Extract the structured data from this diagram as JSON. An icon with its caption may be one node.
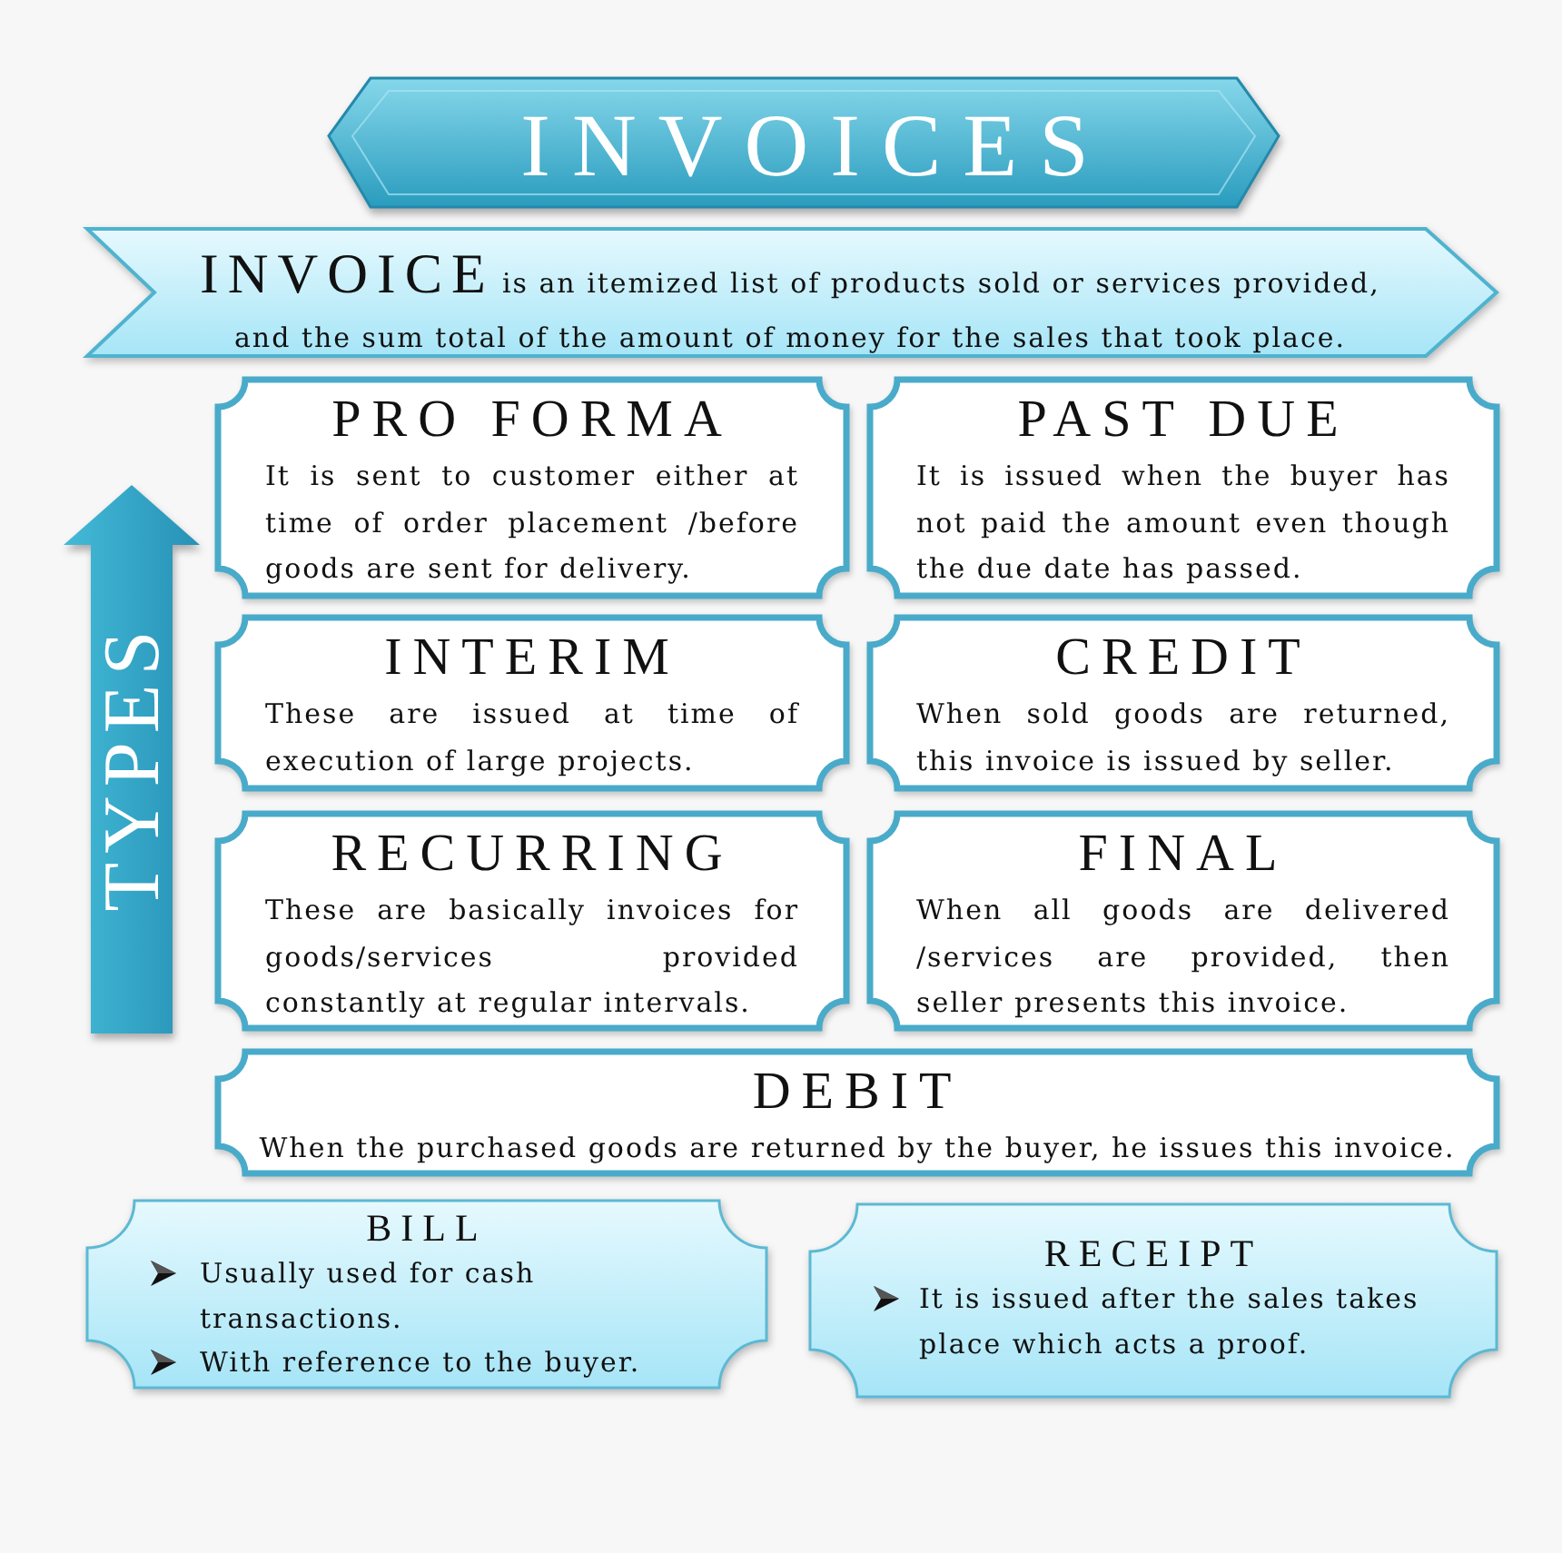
{
  "diagram": {
    "title": "INVOICES",
    "nodes": [
      {
        "text": [
          "INVOICE",
          "is an itemized list of products sold or services provided, and the sum total of the amount of money for the sales that took place."
        ]
      },
      {
        "text": [
          "TYPES"
        ]
      },
      {
        "text": [
          "PRO FORMA",
          "It is sent to customer either at time of order placement /before goods are sent for delivery."
        ]
      },
      {
        "text": [
          "PAST DUE",
          "It is issued when the buyer has not paid the amount even though the due date has passed."
        ]
      },
      {
        "text": [
          "INTERIM",
          "These are issued at time of execution of large projects."
        ]
      },
      {
        "text": [
          "CREDIT",
          "When sold goods are returned, this invoice is issued by seller."
        ]
      },
      {
        "text": [
          "RECURRING",
          "These are basically invoices for goods/services provided constantly at regular intervals."
        ]
      },
      {
        "text": [
          "FINAL",
          "When all goods are delivered /services are provided, then seller presents this invoice."
        ]
      },
      {
        "text": [
          "DEBIT",
          "When the purchased goods are returned by the buyer, he issues this invoice."
        ]
      },
      {
        "text": [
          "BILL",
          "Usually used for cash transactions.",
          "With reference to the buyer."
        ]
      },
      {
        "text": [
          "RECEIPT",
          "It is issued after the sales takes place which acts a proof."
        ]
      }
    ]
  }
}
